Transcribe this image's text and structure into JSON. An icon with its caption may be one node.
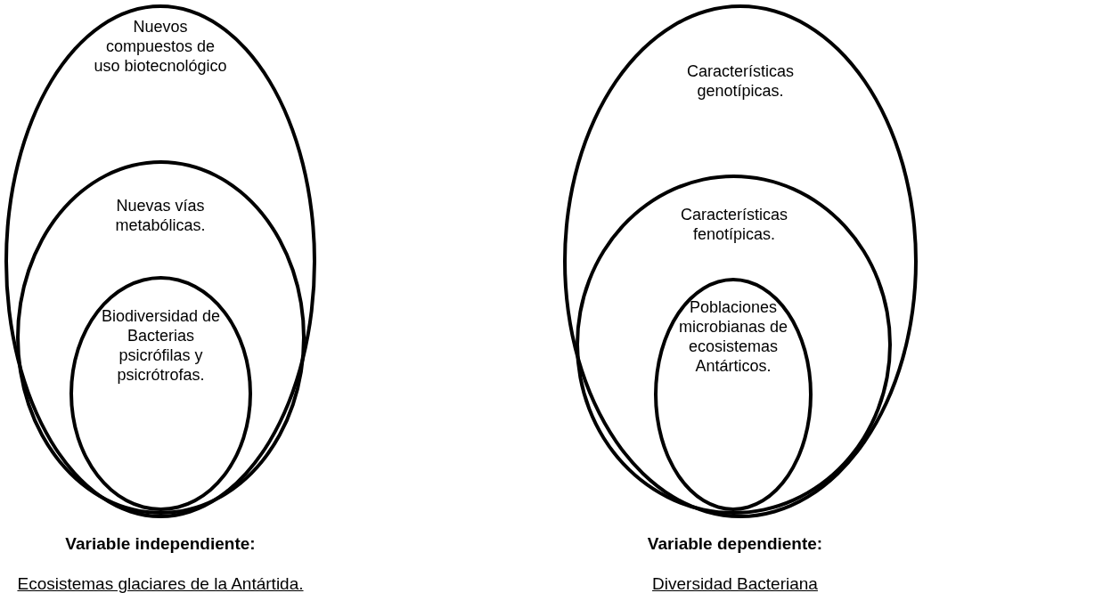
{
  "diagram": {
    "nodes": [
      {
        "text": [
          "Nuevos compuestos de uso biotecnológico"
        ]
      },
      {
        "text": [
          "Nuevas vías metabólicas."
        ],
        "in": 0
      },
      {
        "text": [
          "Biodiversidad de Bacterias psicrófilas y psicrótrofas."
        ],
        "in": 1
      },
      {
        "text": [
          "Características genotípicas."
        ]
      },
      {
        "text": [
          "Características fenotípicas."
        ],
        "in": 3
      },
      {
        "text": [
          "Poblaciones microbianas de ecosistemas Antárticos."
        ],
        "in": 4
      }
    ],
    "labels": [
      "Variable independiente:",
      "Variable dependiente:",
      "Ecosistemas glaciares de la Antártida.",
      "Diversidad Bacteriana"
    ]
  }
}
